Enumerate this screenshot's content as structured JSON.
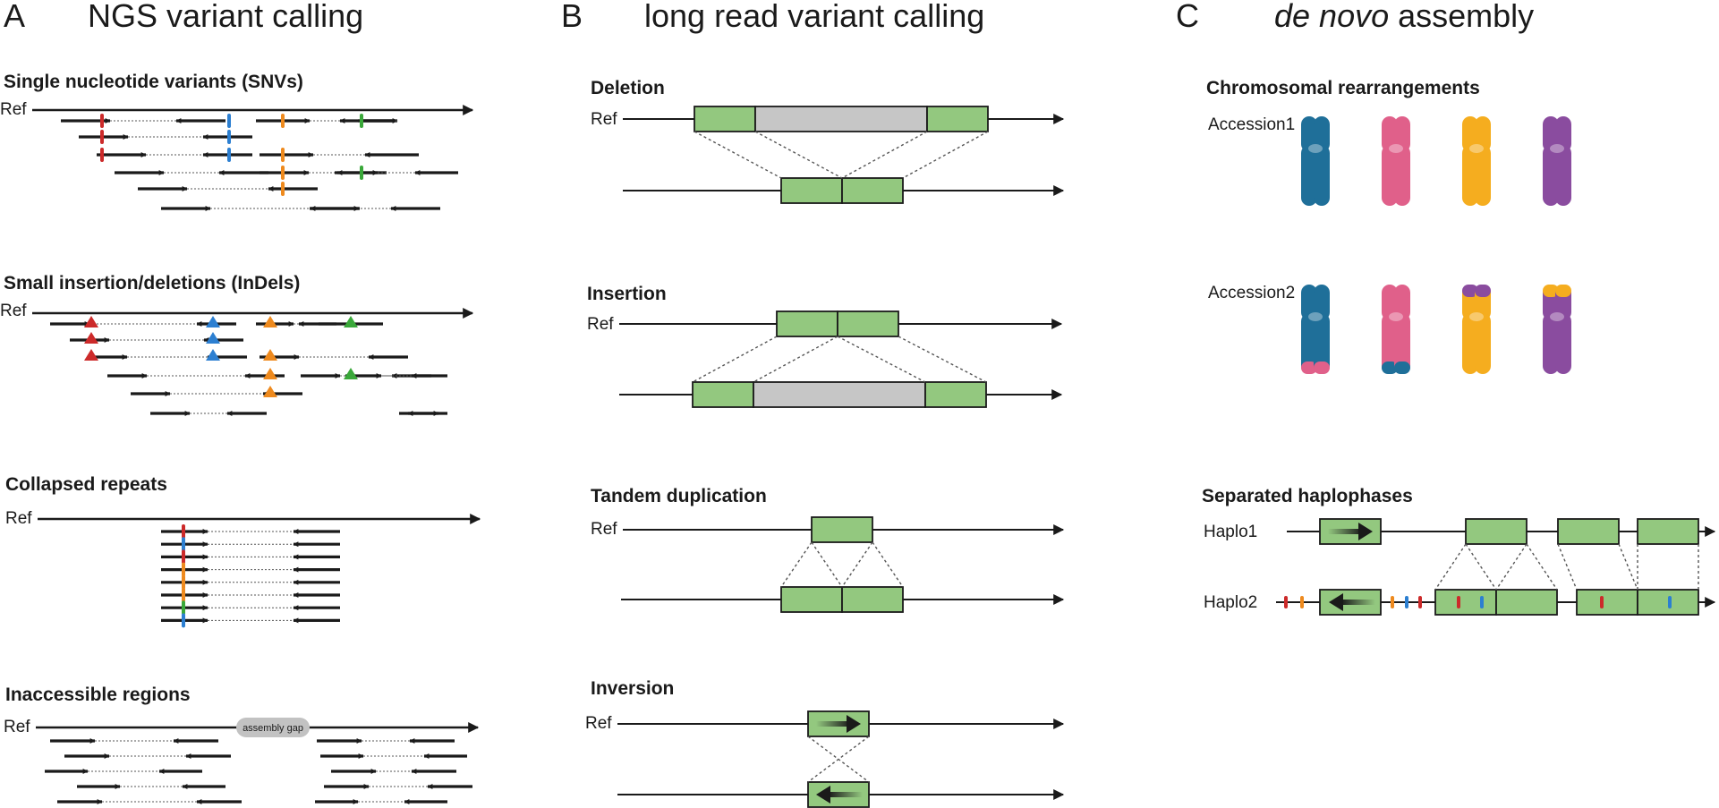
{
  "panels": {
    "a": {
      "letter": "A",
      "title": "NGS variant calling",
      "sections": {
        "snv": "Single nucleotide variants (SNVs)",
        "indel": "Small insertion/deletions (InDels)",
        "repeats": "Collapsed repeats",
        "inaccessible": "Inaccessible regions"
      },
      "ref_label": "Ref",
      "assembly_gap": "assembly gap"
    },
    "b": {
      "letter": "B",
      "title": "long read variant calling",
      "sections": {
        "deletion": "Deletion",
        "insertion": "Insertion",
        "tandem": "Tandem duplication",
        "inversion": "Inversion"
      },
      "ref_label": "Ref"
    },
    "c": {
      "letter": "C",
      "title_italic": "de novo",
      "title_rest": " assembly",
      "sections": {
        "chrom": "Chromosomal rearrangements",
        "haplo": "Separated haplophases"
      },
      "accession1": "Accession1",
      "accession2": "Accession2",
      "haplo1": "Haplo1",
      "haplo2": "Haplo2"
    }
  },
  "colors": {
    "block_green": "#93c87f",
    "block_grey": "#c6c6c6",
    "variant_red": "#cc2a2a",
    "variant_blue": "#2c7fd1",
    "variant_orange": "#ee8a1e",
    "variant_green": "#3aa83a",
    "chrom_blue": "#1f6f99",
    "chrom_pink": "#e0608a",
    "chrom_yellow": "#f5ad1f",
    "chrom_purple": "#8a4c9f"
  }
}
